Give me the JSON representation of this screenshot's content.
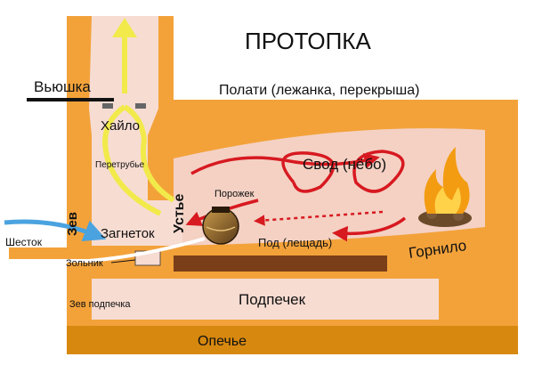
{
  "title": "ПРОТОПКА",
  "labels": {
    "vyushka": "Вьюшка",
    "polati": "Полати (лежанка, перекрыша)",
    "khailo": "Хайло",
    "svod": "Свод (нёбо)",
    "peretrubye": "Перетрубье",
    "porozhek": "Порожек",
    "zev": "Зев",
    "ustye": "Устье",
    "zagnetok": "Загнеток",
    "shestok": "Шесток",
    "zolnik": "Зольник",
    "pod": "Под (лещадь)",
    "gornilo": "Горнило",
    "zev_podpechka": "Зев подпечка",
    "podpechek": "Подпечек",
    "opechye": "Опечье"
  },
  "colors": {
    "body": "#f3a23a",
    "inner": "#f4d1c3",
    "dark_band": "#7a3f18",
    "base": "#d7880f",
    "smoke": "#f1ea4a",
    "flow": "#d71920",
    "air": "#4aa3df"
  },
  "icons": {
    "fire": "fire-icon",
    "pot": "pot-icon"
  }
}
